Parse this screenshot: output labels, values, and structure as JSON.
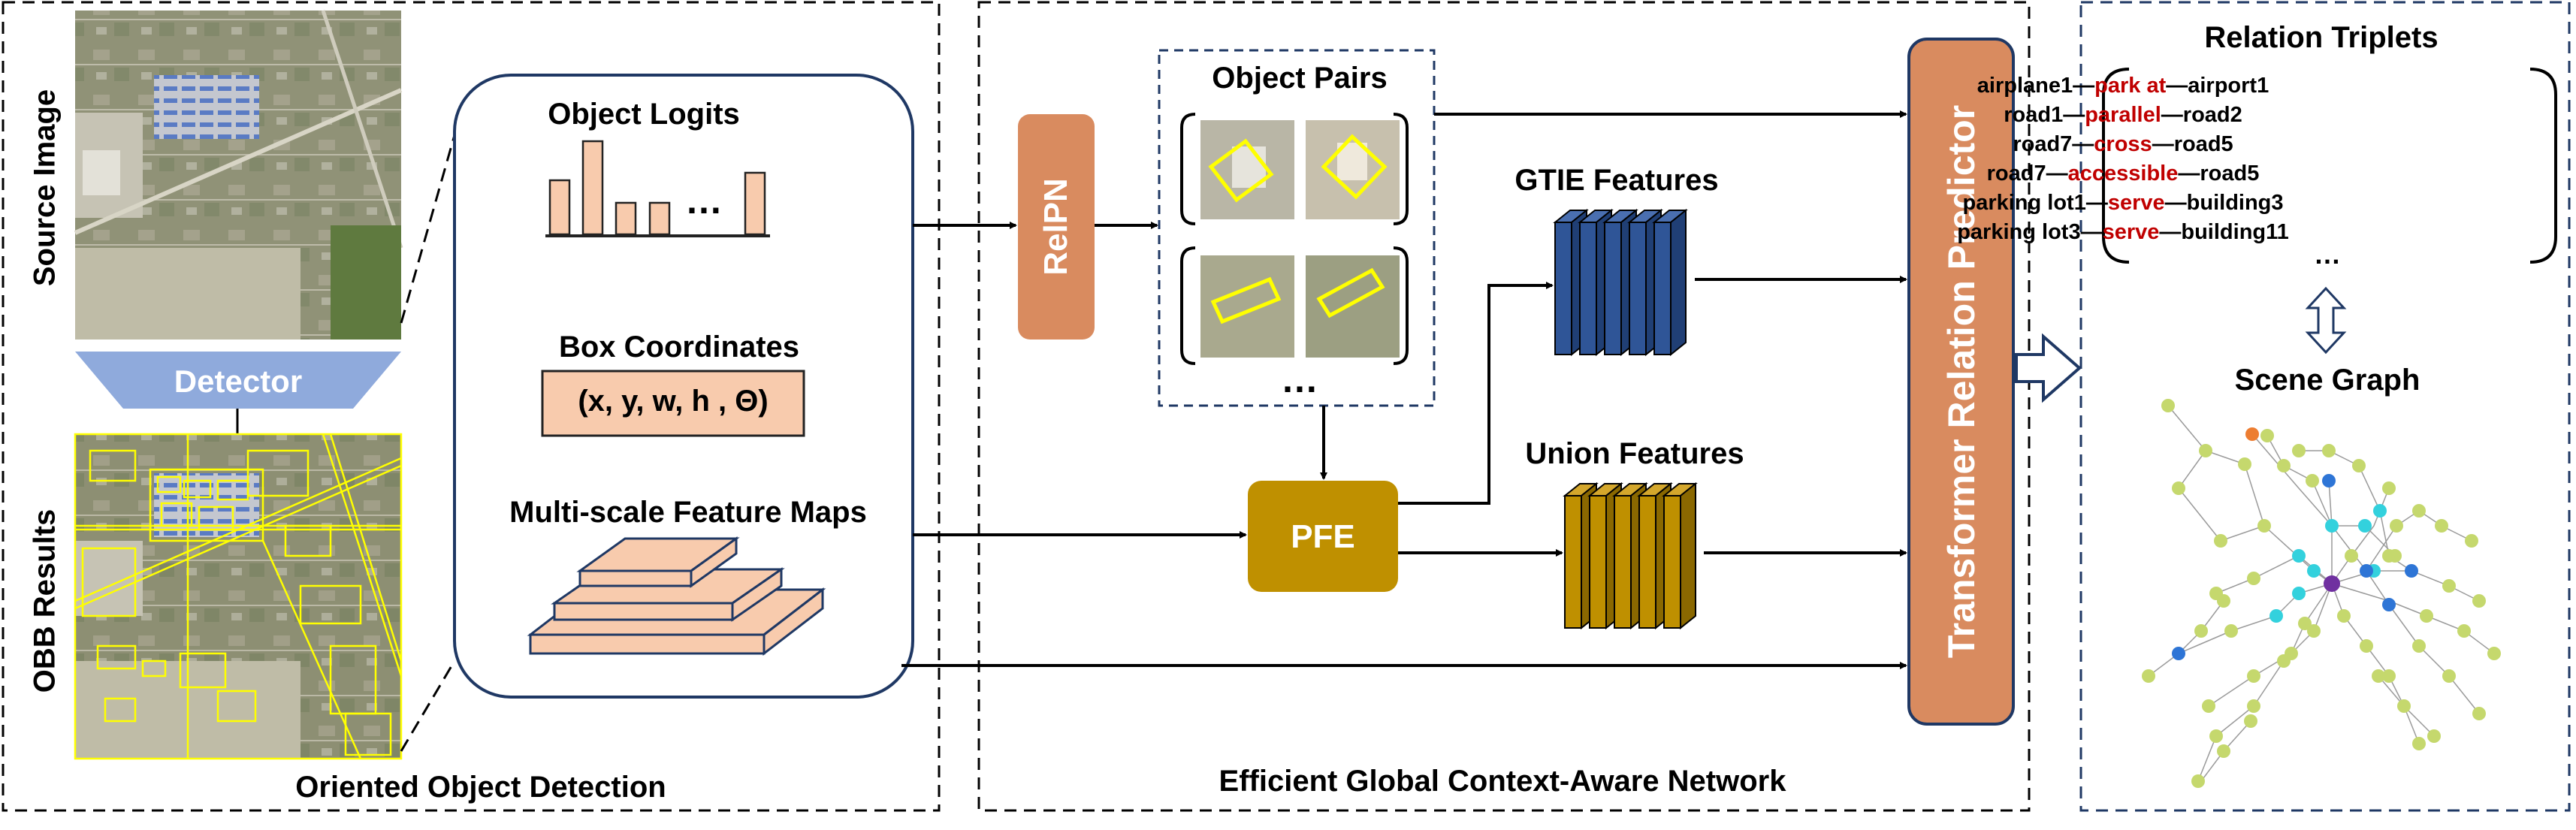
{
  "left_panel": {
    "source_label": "Source Image",
    "obb_label": "OBB Results",
    "detector_label": "Detector",
    "section_title": "Oriented Object Detection"
  },
  "detector_box": {
    "logits_title": "Object Logits",
    "logits_ellipsis": "…",
    "coords_title": "Box Coordinates",
    "coords_text": "(x, y, w, h , Θ)",
    "feature_maps_title": "Multi-scale Feature Maps"
  },
  "middle_panel": {
    "relpn_label": "RelPN",
    "object_pairs_title": "Object Pairs",
    "pairs_ellipsis": "…",
    "pfe_label": "PFE",
    "gtie_title": "GTIE Features",
    "union_title": "Union Features",
    "predictor_label": "Transformer Relation Predictor",
    "section_title": "Efficient Global Context-Aware Network"
  },
  "right_panel": {
    "triplets_title": "Relation Triplets",
    "triplets": [
      {
        "subject": "airplane1",
        "relation": "park at",
        "object": "airport1"
      },
      {
        "subject": "road1",
        "relation": "parallel",
        "object": "road2"
      },
      {
        "subject": "road7",
        "relation": "cross",
        "object": "road5"
      },
      {
        "subject": "road7",
        "relation": "accessible",
        "object": "road5"
      },
      {
        "subject": "parking lot1",
        "relation": "serve",
        "object": "building3"
      },
      {
        "subject": "parking lot3",
        "relation": "serve",
        "object": "building11"
      }
    ],
    "triplets_ellipsis": "…",
    "scene_graph_title": "Scene Graph"
  },
  "colors": {
    "salmon": "#f8cbad",
    "salmon_border": "#222222",
    "orange": "#d98b5f",
    "blue_feature": "#2f5597",
    "gold_feature": "#bf9000",
    "detector_fill": "#8faadc",
    "relation_red": "#c00000",
    "node_green": "#c5d86d",
    "node_cyan": "#33d1dd",
    "node_blue": "#2e75d6",
    "node_orange": "#ed7d31",
    "node_purple": "#7030a0",
    "bbox_yellow": "#ffff00"
  }
}
